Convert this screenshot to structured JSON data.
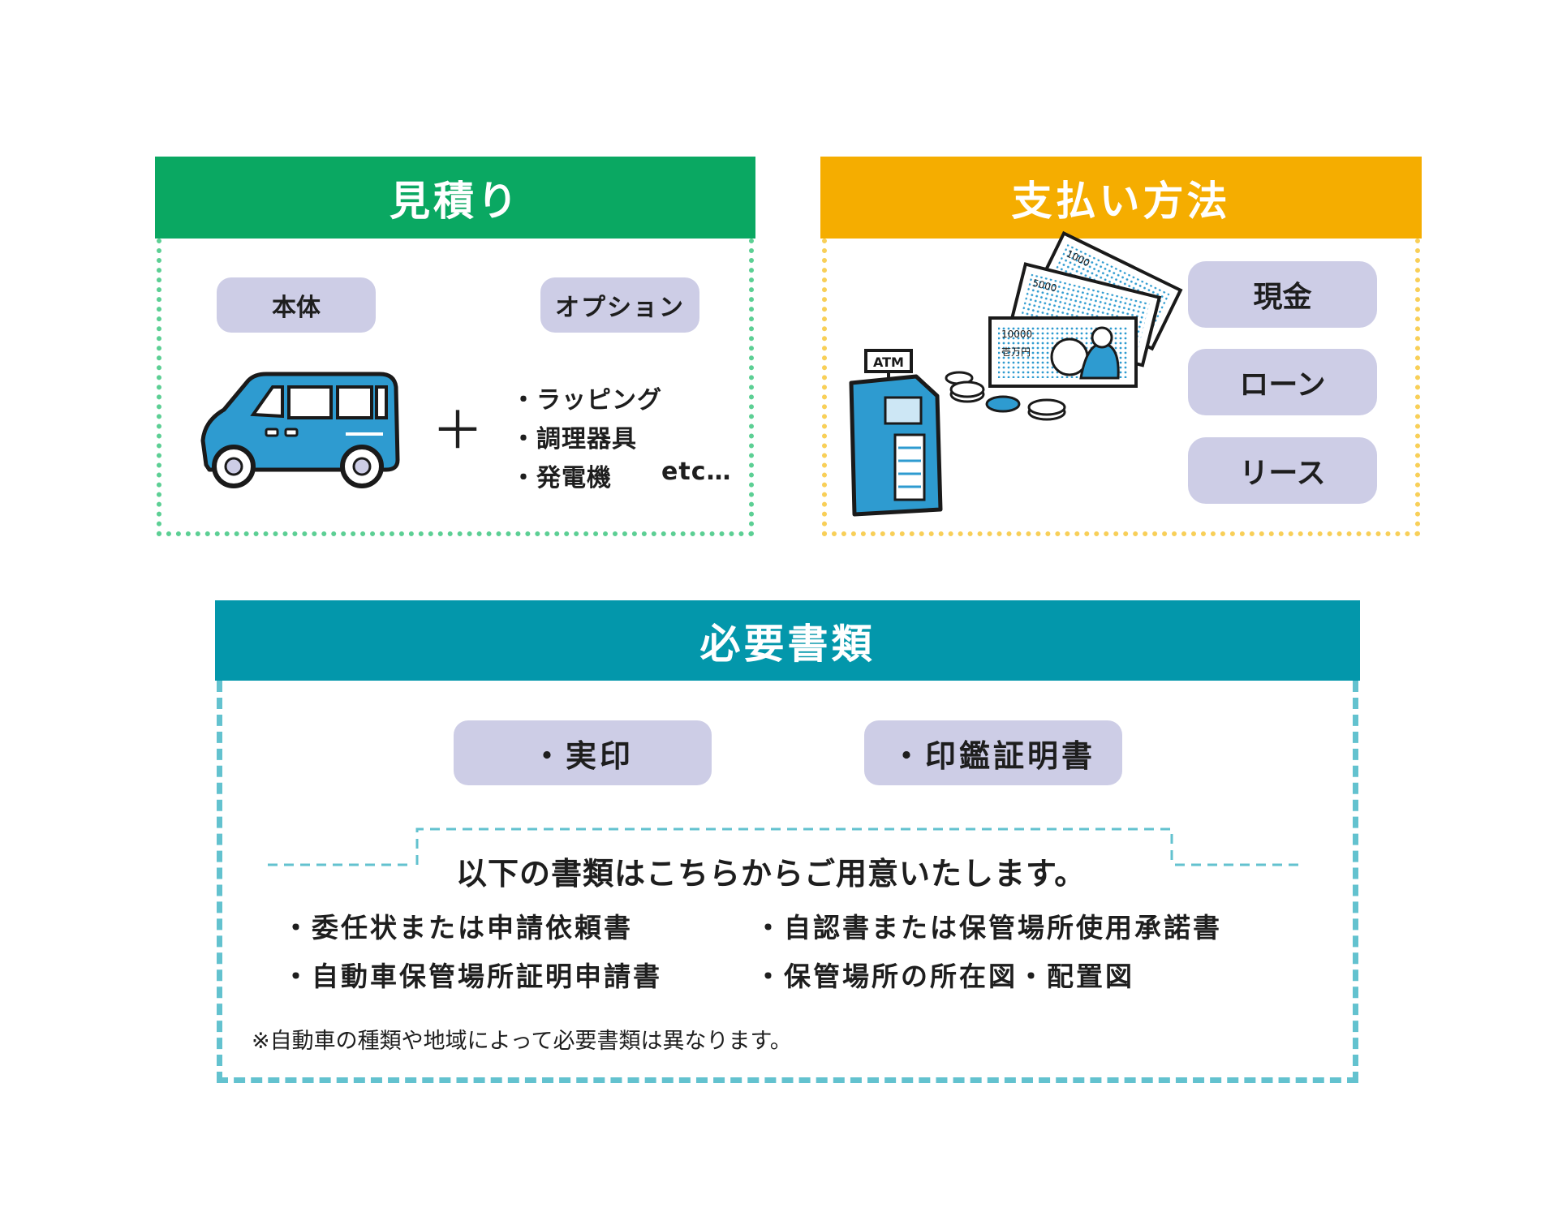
{
  "estimate": {
    "title": "見積り",
    "color": "#0aa862",
    "border_color": "#5ccf94",
    "body_pill": "本体",
    "option_pill": "オプション",
    "plus": "＋",
    "options": [
      "・ラッピング",
      "・調理器具",
      "・発電機"
    ],
    "etc": "etc…",
    "car_icon": "van-icon"
  },
  "payment": {
    "title": "支払い方法",
    "color": "#f5ad00",
    "border_color": "#f8cf58",
    "methods": [
      "現金",
      "ローン",
      "リース"
    ],
    "atm_label": "ATM",
    "bill_labels": [
      "1000",
      "5000",
      "10000",
      "壱万円"
    ],
    "icons": [
      "atm-icon",
      "banknotes-icon",
      "coins-icon"
    ]
  },
  "documents": {
    "title": "必要書類",
    "color": "#0397ab",
    "border_color": "#63c2cf",
    "required": [
      "・実印",
      "・印鑑証明書"
    ],
    "prepared_heading": "以下の書類はこちらからご用意いたします。",
    "prepared_left": [
      "・委任状または申請依頼書",
      "・自動車保管場所証明申請書"
    ],
    "prepared_right": [
      "・自認書または保管場所使用承諾書",
      "・保管場所の所在図・配置図"
    ],
    "note": "※自動車の種類や地域によって必要書類は異なります。"
  },
  "colors": {
    "pill_bg": "#cdcde6",
    "illustration_blue": "#2e9bd0"
  }
}
